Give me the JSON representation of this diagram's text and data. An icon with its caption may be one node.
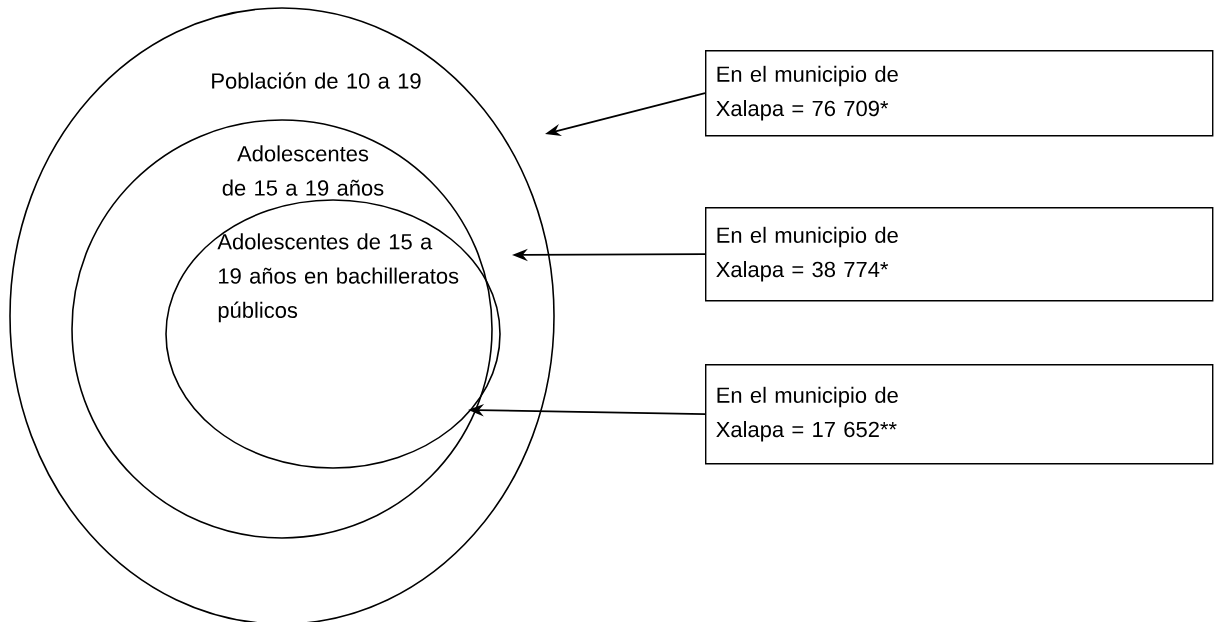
{
  "diagram": {
    "nodes": [
      {
        "text": [
          "Población de 10 a 19"
        ]
      },
      {
        "text": [
          "Adolescentes de 15 a 19 años"
        ],
        "in": 0
      },
      {
        "text": [
          "Adolescentes de 15 a 19 años en bachilleratos públicos"
        ],
        "in": 1
      },
      {
        "text": [
          "En el municipio de Xalapa = 76 709*"
        ]
      },
      {
        "text": [
          "En el municipio de Xalapa = 38 774*"
        ]
      },
      {
        "text": [
          "En el municipio de Xalapa = 17 652**"
        ]
      }
    ],
    "edges": [
      {
        "from": 3,
        "to": 0,
        "arrow": "to"
      },
      {
        "from": 4,
        "to": 1,
        "arrow": "to"
      },
      {
        "from": 5,
        "to": 2,
        "arrow": "to"
      }
    ]
  }
}
